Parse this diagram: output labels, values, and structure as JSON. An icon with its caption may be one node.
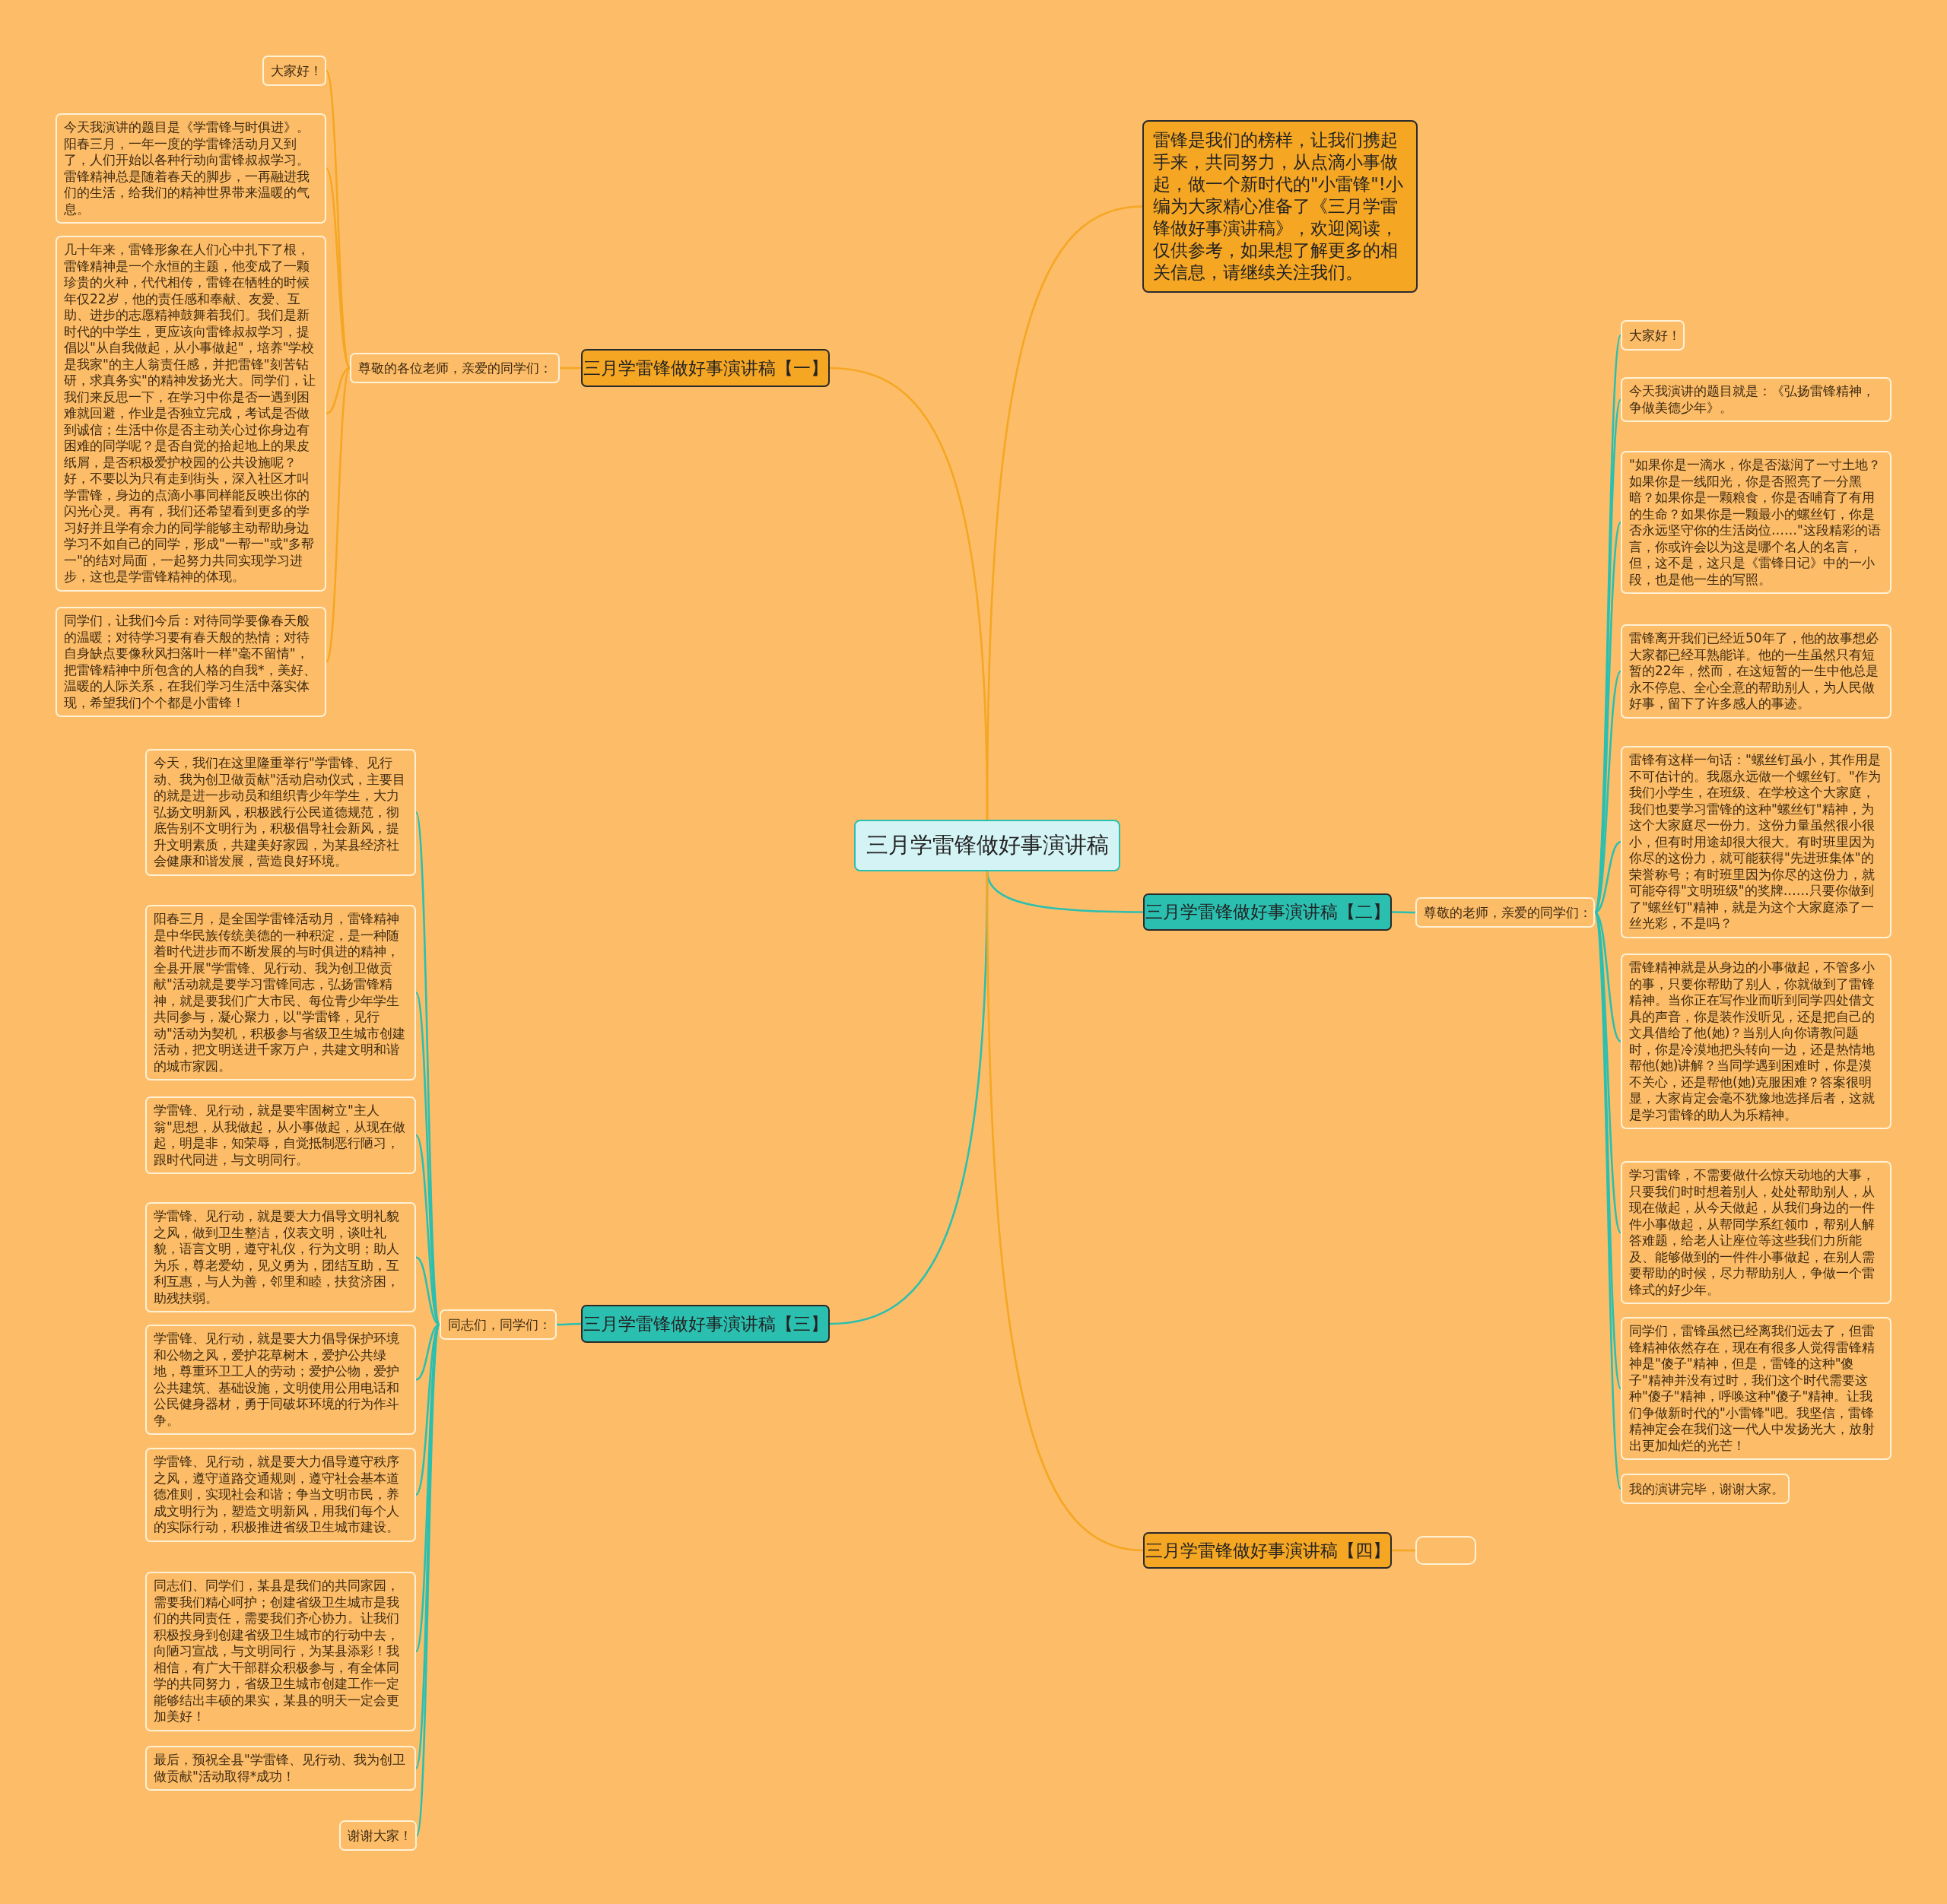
{
  "diagram": {
    "nodes": [
      {
        "text": [
          "三月学雷锋做好事演讲稿"
        ]
      },
      {
        "text": [
          "雷锋是我们的榜样，让我们携起手来，共同努力，从点滴小事做起，做一个新时代的\"小雷锋\"!小编为大家精心准备了《三月学雷锋做好事演讲稿》，欢迎阅读，仅供参考，如果想了解更多的相关信息，请继续关注我们。"
        ]
      },
      {
        "text": [
          "三月学雷锋做好事演讲稿【一】"
        ]
      },
      {
        "text": [
          "尊敬的各位老师，亲爱的同学们："
        ]
      },
      {
        "text": [
          "大家好！"
        ]
      },
      {
        "text": [
          "今天我演讲的题目是《学雷锋与时俱进》。阳春三月，一年一度的学雷锋活动月又到了，人们开始以各种行动向雷锋叔叔学习。雷锋精神总是随着春天的脚步，一再融进我们的生活，给我们的精神世界带来温暖的气息。"
        ]
      },
      {
        "text": [
          "几十年来，雷锋形象在人们心中扎下了根，雷锋精神是一个永恒的主题，他变成了一颗珍贵的火种，代代相传，雷锋在牺牲的时候年仅22岁，他的责任感和奉献、友爱、互助、进步的志愿精神鼓舞着我们。我们是新时代的中学生，更应该向雷锋叔叔学习，提倡以\"从自我做起，从小事做起\"，培养\"学校是我家\"的主人翁责任感，并把雷锋\"刻苦钻研，求真务实\"的精神发扬光大。同学们，让我们来反思一下，在学习中你是否一遇到困难就回避，作业是否独立完成，考试是否做到诚信；生活中你是否主动关心过你身边有困难的同学呢？是否自觉的拾起地上的果皮纸屑，是否积极爱护校园的公共设施呢？好，不要以为只有走到街头，深入社区才叫学雷锋，身边的点滴小事同样能反映出你的闪光心灵。再有，我们还希望看到更多的学习好并且学有余力的同学能够主动帮助身边学习不如自己的同学，形成\"一帮一\"或\"多帮一\"的结对局面，一起努力共同实现学习进步，这也是学雷锋精神的体现。"
        ]
      },
      {
        "text": [
          "同学们，让我们今后：对待同学要像春天般的温暖；对待学习要有春天般的热情；对待自身缺点要像秋风扫落叶一样\"毫不留情\"，把雷锋精神中所包含的人格的自我*，美好、温暖的人际关系，在我们学习生活中落实体现，希望我们个个都是小雷锋！"
        ]
      },
      {
        "text": [
          "三月学雷锋做好事演讲稿【二】"
        ]
      },
      {
        "text": [
          "尊敬的老师，亲爱的同学们："
        ]
      },
      {
        "text": [
          "大家好！"
        ]
      },
      {
        "text": [
          "今天我演讲的题目就是：《弘扬雷锋精神，争做美德少年》。"
        ]
      },
      {
        "text": [
          "\"如果你是一滴水，你是否滋润了一寸土地？如果你是一线阳光，你是否照亮了一分黑暗？如果你是一颗粮食，你是否哺育了有用的生命？如果你是一颗最小的螺丝钉，你是否永远坚守你的生活岗位……\"这段精彩的语言，你或许会以为这是哪个名人的名言，但，这不是，这只是《雷锋日记》中的一小段，也是他一生的写照。"
        ]
      },
      {
        "text": [
          "雷锋离开我们已经近50年了，他的故事想必大家都已经耳熟能详。他的一生虽然只有短暂的22年，然而，在这短暂的一生中他总是永不停息、全心全意的帮助别人，为人民做好事，留下了许多感人的事迹。"
        ]
      },
      {
        "text": [
          "雷锋有这样一句话：\"螺丝钉虽小，其作用是不可估计的。我愿永远做一个螺丝钉。\"作为我们小学生，在班级、在学校这个大家庭，我们也要学习雷锋的这种\"螺丝钉\"精神，为这个大家庭尽一份力。这份力量虽然很小很小，但有时用途却很大很大。有时班里因为你尽的这份力，就可能获得\"先进班集体\"的荣誉称号；有时班里因为你尽的这份力，就可能夺得\"文明班级\"的奖牌……只要你做到了\"螺丝钉\"精神，就是为这个大家庭添了一丝光彩，不是吗？"
        ]
      },
      {
        "text": [
          "雷锋精神就是从身边的小事做起，不管多小的事，只要你帮助了别人，你就做到了雷锋精神。当你正在写作业而听到同学四处借文具的声音，你是装作没听见，还是把自己的文具借给了他(她)？当别人向你请教问题时，你是冷漠地把头转向一边，还是热情地帮他(她)讲解？当同学遇到困难时，你是漠不关心，还是帮他(她)克服困难？答案很明显，大家肯定会毫不犹豫地选择后者，这就是学习雷锋的助人为乐精神。"
        ]
      },
      {
        "text": [
          "学习雷锋，不需要做什么惊天动地的大事，只要我们时时想着别人，处处帮助别人，从现在做起，从今天做起，从我们身边的一件件小事做起，从帮同学系红领巾，帮别人解答难题，给老人让座位等这些我们力所能及、能够做到的一件件小事做起，在别人需要帮助的时候，尽力帮助别人，争做一个雷锋式的好少年。"
        ]
      },
      {
        "text": [
          "同学们，雷锋虽然已经离我们远去了，但雷锋精神依然存在，现在有很多人觉得雷锋精神是\"傻子\"精神，但是，雷锋的这种\"傻子\"精神并没有过时，我们这个时代需要这种\"傻子\"精神，呼唤这种\"傻子\"精神。让我们争做新时代的\"小雷锋\"吧。我坚信，雷锋精神定会在我们这一代人中发扬光大，放射出更加灿烂的光芒！"
        ]
      },
      {
        "text": [
          "我的演讲完毕，谢谢大家。"
        ]
      },
      {
        "text": [
          "三月学雷锋做好事演讲稿【三】"
        ]
      },
      {
        "text": [
          "同志们，同学们："
        ]
      },
      {
        "text": [
          "今天，我们在这里隆重举行\"学雷锋、见行动、我为创卫做贡献\"活动启动仪式，主要目的就是进一步动员和组织青少年学生，大力弘扬文明新风，积极践行公民道德规范，彻底告别不文明行为，积极倡导社会新风，提升文明素质，共建美好家园，为某县经济社会健康和谐发展，营造良好环境。"
        ]
      },
      {
        "text": [
          "阳春三月，是全国学雷锋活动月，雷锋精神是中华民族传统美德的一种积淀，是一种随着时代进步而不断发展的与时俱进的精神，全县开展\"学雷锋、见行动、我为创卫做贡献\"活动就是要学习雷锋同志，弘扬雷锋精神，就是要我们广大市民、每位青少年学生共同参与，凝心聚力，以\"学雷锋，见行动\"活动为契机，积极参与省级卫生城市创建活动，把文明送进千家万户，共建文明和谐的城市家园。"
        ]
      },
      {
        "text": [
          "学雷锋、见行动，就是要牢固树立\"主人翁\"思想，从我做起，从小事做起，从现在做起，明是非，知荣辱，自觉抵制恶行陋习，跟时代同进，与文明同行。"
        ]
      },
      {
        "text": [
          "学雷锋、见行动，就是要大力倡导文明礼貌之风，做到卫生整洁，仪表文明，谈吐礼貌，语言文明，遵守礼仪，行为文明；助人为乐，尊老爱幼，见义勇为，团结互助，互利互惠，与人为善，邻里和睦，扶贫济困，助残扶弱。"
        ]
      },
      {
        "text": [
          "学雷锋、见行动，就是要大力倡导保护环境和公物之风，爱护花草树木，爱护公共绿地，尊重环卫工人的劳动；爱护公物，爱护公共建筑、基础设施，文明使用公用电话和公民健身器材，勇于同破坏环境的行为作斗争。"
        ]
      },
      {
        "text": [
          "学雷锋、见行动，就是要大力倡导遵守秩序之风，遵守道路交通规则，遵守社会基本道德准则，实现社会和谐；争当文明市民，养成文明行为，塑造文明新风，用我们每个人的实际行动，积极推进省级卫生城市建设。"
        ]
      },
      {
        "text": [
          "同志们、同学们，某县是我们的共同家园，需要我们精心呵护；创建省级卫生城市是我们的共同责任，需要我们齐心协力。让我们积极投身到创建省级卫生城市的行动中去，向陋习宣战，与文明同行，为某县添彩！我相信，有广大干部群众积极参与，有全体同学的共同努力，省级卫生城市创建工作一定能够结出丰硕的果实，某县的明天一定会更加美好！"
        ]
      },
      {
        "text": [
          "最后，预祝全县\"学雷锋、见行动、我为创卫做贡献\"活动取得*成功！"
        ]
      },
      {
        "text": [
          "谢谢大家！"
        ]
      },
      {
        "text": [
          "三月学雷锋做好事演讲稿【四】"
        ]
      },
      {
        "text": [],
        "shape": "box"
      }
    ],
    "edges": [
      {
        "from": 0,
        "to": 1,
        "arrow": "none",
        "color": "#f5a623"
      },
      {
        "from": 0,
        "to": 2,
        "arrow": "none",
        "color": "#f5a623"
      },
      {
        "from": 2,
        "to": 3,
        "arrow": "none",
        "color": "#f5a623"
      },
      {
        "from": 3,
        "to": 4,
        "arrow": "none",
        "color": "#f5a623"
      },
      {
        "from": 3,
        "to": 5,
        "arrow": "none",
        "color": "#f5a623"
      },
      {
        "from": 3,
        "to": 6,
        "arrow": "none",
        "color": "#f5a623"
      },
      {
        "from": 3,
        "to": 7,
        "arrow": "none",
        "color": "#f5a623"
      },
      {
        "from": 0,
        "to": 8,
        "arrow": "none"
      },
      {
        "from": 8,
        "to": 9,
        "arrow": "none"
      },
      {
        "from": 9,
        "to": 10,
        "arrow": "none"
      },
      {
        "from": 9,
        "to": 11,
        "arrow": "none"
      },
      {
        "from": 9,
        "to": 12,
        "arrow": "none"
      },
      {
        "from": 9,
        "to": 13,
        "arrow": "none"
      },
      {
        "from": 9,
        "to": 14,
        "arrow": "none"
      },
      {
        "from": 9,
        "to": 15,
        "arrow": "none"
      },
      {
        "from": 9,
        "to": 16,
        "arrow": "none"
      },
      {
        "from": 9,
        "to": 17,
        "arrow": "none"
      },
      {
        "from": 9,
        "to": 18,
        "arrow": "none"
      },
      {
        "from": 0,
        "to": 19,
        "arrow": "none"
      },
      {
        "from": 19,
        "to": 20,
        "arrow": "none"
      },
      {
        "from": 20,
        "to": 21,
        "arrow": "none"
      },
      {
        "from": 20,
        "to": 22,
        "arrow": "none"
      },
      {
        "from": 20,
        "to": 23,
        "arrow": "none"
      },
      {
        "from": 20,
        "to": 24,
        "arrow": "none"
      },
      {
        "from": 20,
        "to": 25,
        "arrow": "none"
      },
      {
        "from": 20,
        "to": 26,
        "arrow": "none"
      },
      {
        "from": 20,
        "to": 27,
        "arrow": "none"
      },
      {
        "from": 20,
        "to": 28,
        "arrow": "none"
      },
      {
        "from": 20,
        "to": 29,
        "arrow": "none"
      },
      {
        "from": 0,
        "to": 30,
        "arrow": "none",
        "color": "#f5a623"
      },
      {
        "from": 30,
        "to": 31,
        "arrow": "none",
        "color": "#f5a623"
      }
    ]
  }
}
